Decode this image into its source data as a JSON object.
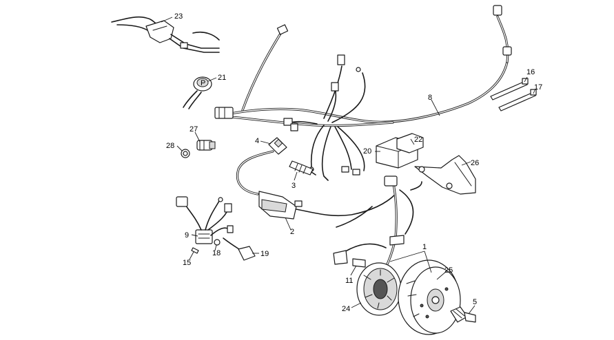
{
  "callouts": {
    "c1": "1",
    "c2": "2",
    "c3": "3",
    "c4": "4",
    "c5": "5",
    "c8": "8",
    "c9": "9",
    "c11": "11",
    "c15": "15",
    "c16": "16",
    "c17": "17",
    "c18": "18",
    "c19": "19",
    "c20": "20",
    "c21": "21",
    "c22": "22",
    "c23": "23",
    "c24": "24",
    "c25": "25",
    "c26": "26",
    "c27": "27",
    "c28": "28"
  },
  "label_p": "P"
}
